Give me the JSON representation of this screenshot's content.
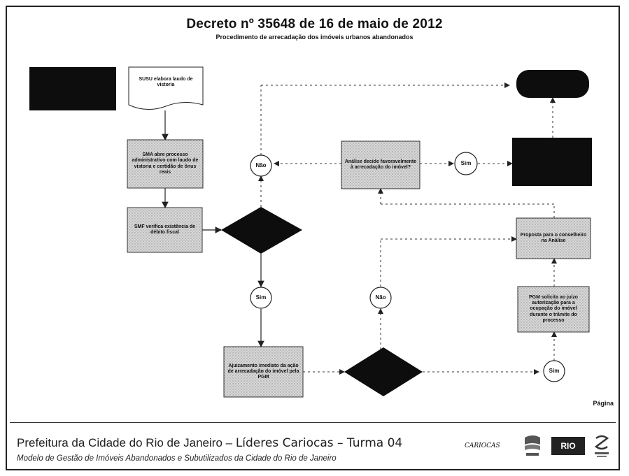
{
  "header": {
    "title": "Decreto nº 35648 de 16 de maio de 2012",
    "subtitle": "Procedimento de arrecadação dos imóveis urbanos abandonados"
  },
  "nodes": {
    "start": "",
    "susu": "SUSU elabora laudo de vistoria",
    "sma": "SMA abre processo administrativo com laudo de vistoria e certidão de ônus reais",
    "smf": "SMF verifica existência de débito fiscal",
    "decision1": "",
    "nao1": "Não",
    "sim1": "Sim",
    "ajuizamento": "Ajuizamento imediato da ação de arrecadação do imóvel pela PGM",
    "decision2": "",
    "nao2": "Não",
    "sim2": "Sim",
    "pgm": "PGM solicita ao juízo autorização para a ocupação do imóvel durante o trâmite do processo",
    "proposta": "Proposta para o conselheiro na Análise",
    "analise": "Análise decide favoravelmente à arrecadação do imóvel?",
    "sim3": "Sim",
    "dark_right": "",
    "end": ""
  },
  "footer": {
    "page_label": "Página",
    "title_prefix": "Prefeitura da Cidade do Rio de Janeiro – ",
    "title_main": "Líderes Cariocas – Turma 04",
    "subtitle": "Modelo de Gestão de Imóveis Abandonados e Subutilizados da Cidade do Rio de Janeiro",
    "logo1": "CARIOCAS",
    "logo2": "RIO"
  }
}
